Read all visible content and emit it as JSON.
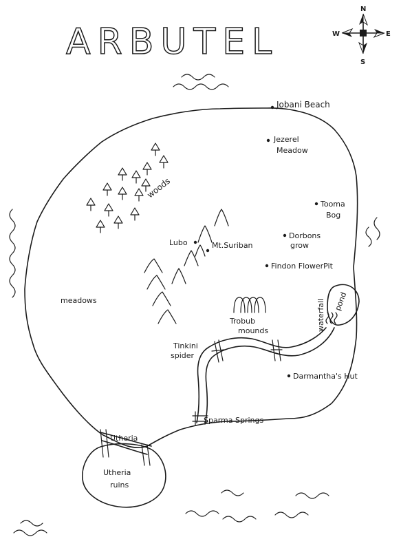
{
  "title": "ARBUTEL",
  "compass": {
    "north": "N",
    "south": "S",
    "east": "E",
    "west": "W"
  },
  "places": {
    "jobani_beach": "Jobani Beach",
    "jezerel_meadow_1": "Jezerel",
    "jezerel_meadow_2": "Meadow",
    "woods": "woods",
    "tooma_bog_1": "Tooma",
    "tooma_bog_2": "Bog",
    "lubo": "Lubo",
    "mt_suriban": "Mt.Suriban",
    "dorbons_grow_1": "Dorbons",
    "dorbons_grow_2": "grow",
    "findon_flowerpit": "Findon FlowerPit",
    "meadows": "meadows",
    "waterfall": "waterfall",
    "pond": "pond",
    "trobub_mounds_1": "Trobub",
    "trobub_mounds_2": "mounds",
    "tinkini_spider_1": "Tinkini",
    "tinkini_spider_2": "spider",
    "darmanthas_hut": "Darmantha's Hut",
    "sparma_springs": "Sparma Springs",
    "utheria_bridge": "Utheria",
    "utheria_ruins_1": "Utheria",
    "utheria_ruins_2": "ruins"
  },
  "icons": {
    "compass": "compass-rose-icon",
    "tree": "pine-tree-icon",
    "mountain": "mountain-peak-icon",
    "wave": "wave-icon",
    "bridge": "bridge-icon"
  }
}
